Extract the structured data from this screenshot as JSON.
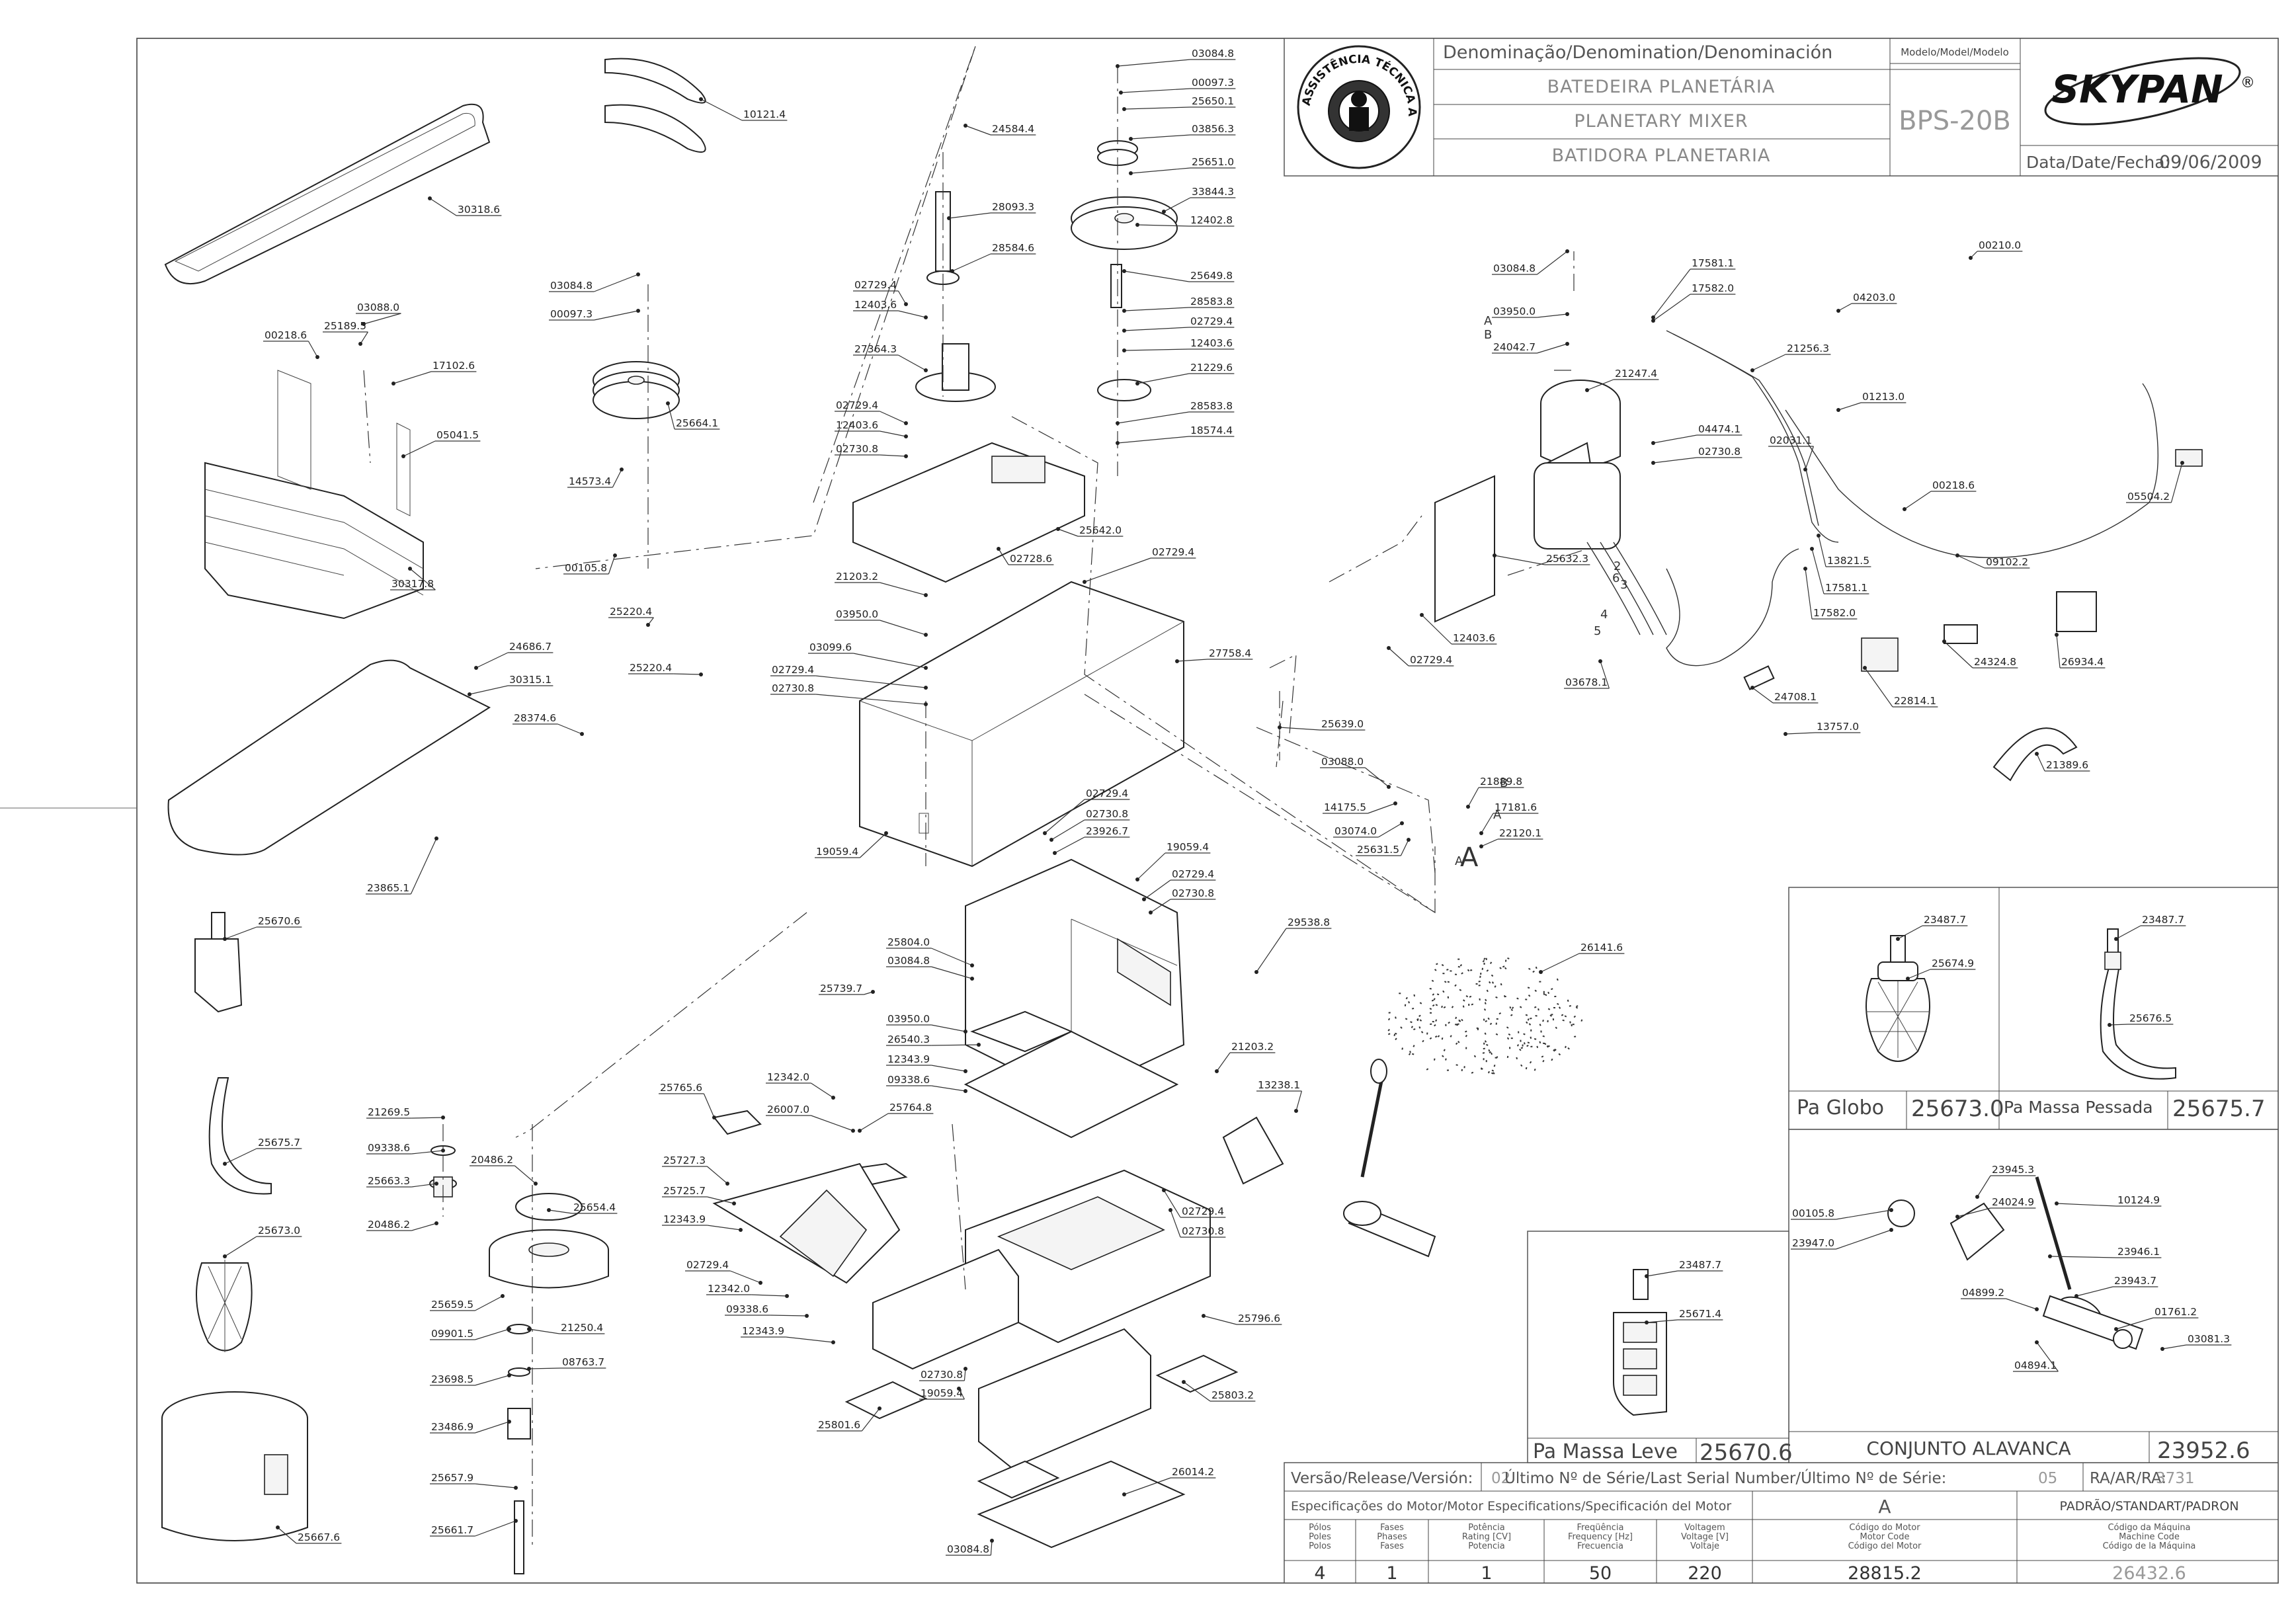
{
  "title_block": {
    "denomination_header": "Denominação/Denomination/Denominación",
    "name_pt": "BATEDEIRA PLANETÁRIA",
    "name_en": "PLANETARY MIXER",
    "name_es": "BATIDORA PLANETARIA",
    "model_header": "Modelo/Model/Modelo",
    "model": "BPS-20B",
    "brand": "SKYPAN",
    "brand_mark": "®",
    "date_label": "Data/Date/Fecha:",
    "date": "09/06/2009",
    "seal_text": "ASSISTÊNCIA TÉCNICA AUTORIZADA"
  },
  "bottom_block": {
    "version_label": "Versão/Release/Versión:",
    "version": "02",
    "serial_label": "Último Nº de Série/Last Serial Number/Último Nº de Série:",
    "serial": "05",
    "ra_label": "RA/AR/RA:",
    "ra": "3731",
    "motor_spec_label": "Especificações do Motor/Motor Especifications/Specificación del Motor",
    "motor_letter": "A",
    "standard_label": "PADRÃO/STANDART/PADRON",
    "columns": [
      {
        "label": "Pólos\nPoles\nPolos",
        "value": "4"
      },
      {
        "label": "Fases\nPhases\nFases",
        "value": "1"
      },
      {
        "label": "Potência\nRating [CV]\nPotencia",
        "value": "1"
      },
      {
        "label": "Freqüência\nFrequency [Hz]\nFrecuencia",
        "value": "50"
      },
      {
        "label": "Voltagem\nVoltage [V]\nVoltaje",
        "value": "220"
      },
      {
        "label": "Código do Motor\nMotor Code\nCódigo del Motor",
        "value": "28815.2"
      },
      {
        "label": "Código da Máquina\nMachine Code\nCódigo de la Máquina",
        "value": "26432.6"
      }
    ]
  },
  "accessory_panels": {
    "pa_globo": {
      "name": "Pa Globo",
      "code": "25673.0"
    },
    "pa_massa_pesada": {
      "name": "Pa Massa Pessada",
      "code": "25675.7"
    },
    "pa_massa_leve": {
      "name": "Pa Massa Leve",
      "code": "25670.6"
    },
    "conjunto_alavanca": {
      "name": "CONJUNTO ALAVANCA",
      "code": "23952.6"
    }
  },
  "callouts": [
    "10121.4",
    "30318.6",
    "24584.4",
    "03084.8",
    "00097.3",
    "25650.1",
    "03856.3",
    "25651.0",
    "33844.3",
    "12402.8",
    "28093.3",
    "28584.6",
    "03084.8",
    "00097.3",
    "00218.6",
    "25189.5",
    "03088.0",
    "17102.6",
    "05041.5",
    "25664.1",
    "14573.4",
    "00105.8",
    "30317.8",
    "02729.4",
    "12403.6",
    "27364.3",
    "25649.8",
    "28583.8",
    "02729.4",
    "12403.6",
    "21229.6",
    "28583.8",
    "18574.4",
    "02729.4",
    "12403.6",
    "02730.8",
    "02728.6",
    "25642.0",
    "21203.2",
    "02729.4",
    "03950.0",
    "03099.6",
    "02729.4",
    "02730.8",
    "27758.4",
    "25220.4",
    "25220.4",
    "24686.7",
    "30315.1",
    "28374.6",
    "23865.1",
    "19059.4",
    "03084.8",
    "03950.0",
    "24042.7",
    "21247.4",
    "04474.1",
    "02730.8",
    "17581.1",
    "17582.0",
    "21256.3",
    "04203.0",
    "00210.0",
    "01213.0",
    "02031.1",
    "00218.6",
    "05504.2",
    "09102.2",
    "13821.5",
    "17581.1",
    "17582.0",
    "25632.3",
    "12403.6",
    "02729.4",
    "03678.1",
    "24708.1",
    "22814.1",
    "24324.8",
    "26934.4",
    "13757.0",
    "21389.6",
    "25639.0",
    "03088.0",
    "14175.5",
    "03074.0",
    "25631.5",
    "21889.8",
    "17181.6",
    "22120.1",
    "02729.4",
    "02730.8",
    "23926.7",
    "19059.4",
    "02729.4",
    "02730.8",
    "29538.8",
    "26141.6",
    "25670.6",
    "25804.0",
    "03084.8",
    "25739.7",
    "03950.0",
    "26540.3",
    "12343.9",
    "09338.6",
    "21203.2",
    "13238.1",
    "25765.6",
    "12342.0",
    "26007.0",
    "25764.8",
    "25727.3",
    "25725.7",
    "12343.9",
    "02729.4",
    "12342.0",
    "09338.6",
    "12343.9",
    "02729.4",
    "02730.8",
    "25675.7",
    "21269.5",
    "09338.6",
    "25663.3",
    "20486.2",
    "20486.2",
    "25654.4",
    "25673.0",
    "25659.5",
    "09901.5",
    "21250.4",
    "08763.7",
    "23698.5",
    "23486.9",
    "25657.9",
    "25661.7",
    "25667.6",
    "02730.8",
    "19059.4",
    "25801.6",
    "25796.6",
    "25803.2",
    "26014.2",
    "03084.8",
    "23487.7",
    "25674.9",
    "23487.7",
    "25676.5",
    "23487.7",
    "25671.4",
    "23945.3",
    "10124.9",
    "00105.8",
    "24024.9",
    "23947.0",
    "23946.1",
    "23943.7",
    "04899.2",
    "01761.2",
    "03081.3",
    "04894.1"
  ],
  "wire_labels": [
    "A",
    "B",
    "A",
    "A",
    "B",
    "A",
    "2",
    "3",
    "4",
    "5",
    "6"
  ]
}
